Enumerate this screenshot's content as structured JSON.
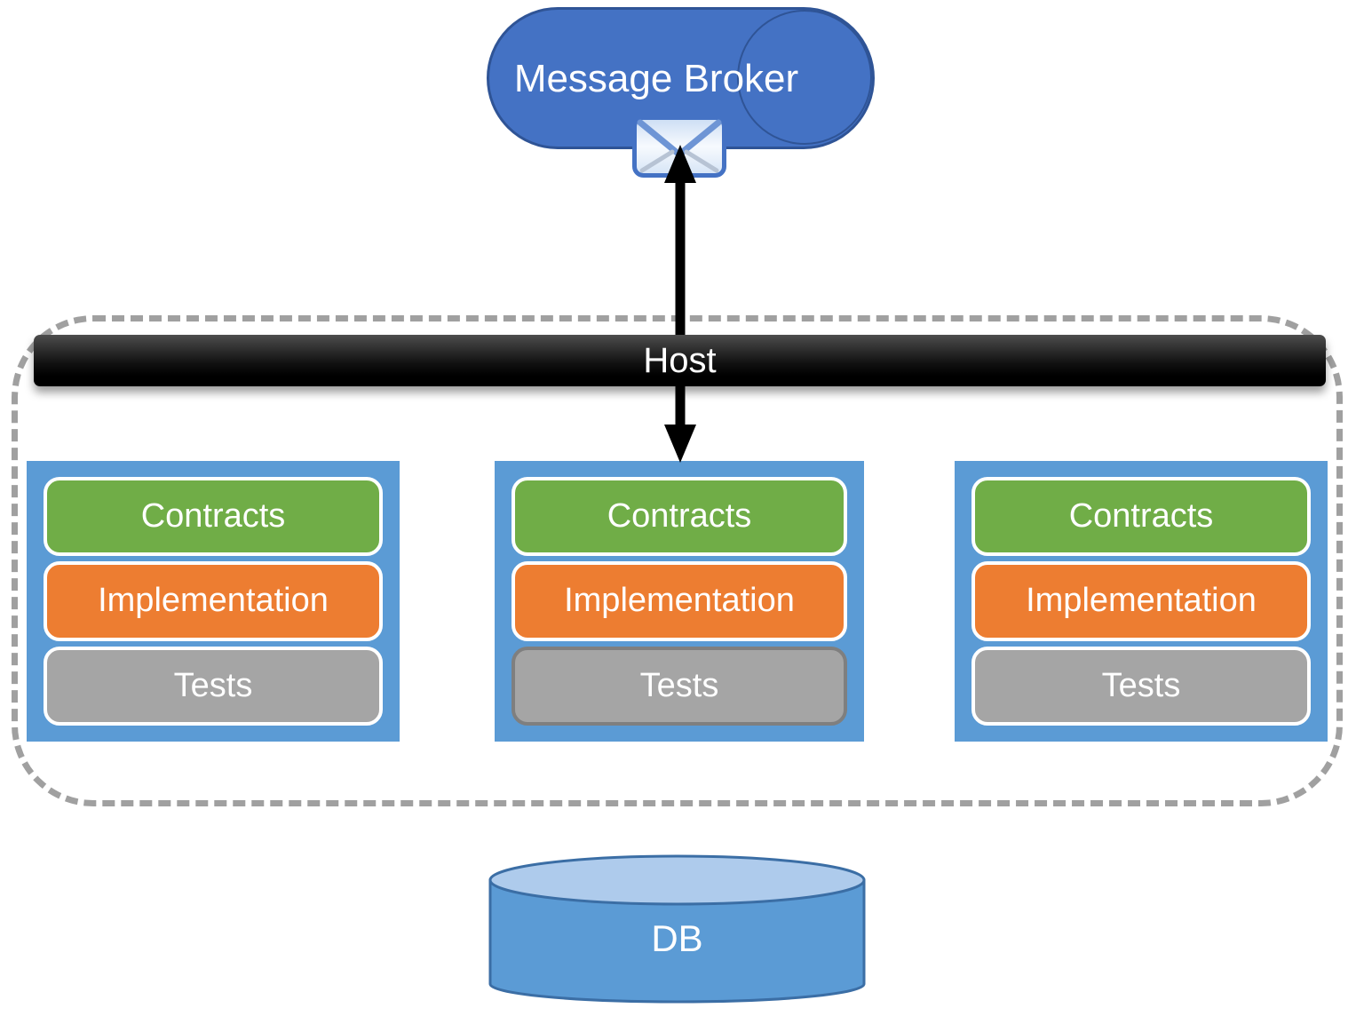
{
  "broker": {
    "label": "Message Broker",
    "icon": "envelope-icon"
  },
  "host": {
    "label": "Host"
  },
  "services": [
    {
      "layers": {
        "contracts": "Contracts",
        "implementation": "Implementation",
        "tests": "Tests"
      }
    },
    {
      "layers": {
        "contracts": "Contracts",
        "implementation": "Implementation",
        "tests": "Tests"
      }
    },
    {
      "layers": {
        "contracts": "Contracts",
        "implementation": "Implementation",
        "tests": "Tests"
      }
    }
  ],
  "db": {
    "label": "DB"
  },
  "colors": {
    "broker_blue": "#4472C4",
    "broker_border": "#2F5496",
    "service_container_blue": "#5B9BD5",
    "contracts_green": "#70AD47",
    "implementation_orange": "#ED7D31",
    "tests_gray": "#A5A5A5",
    "tests_border_gray_middle": "#7F7F7F",
    "host_bar_black": "#000000",
    "boundary_dash_gray": "#A0A0A0",
    "db_body_blue": "#5B9BD5",
    "db_top_blue": "#AECBEC",
    "db_border_blue": "#3B6EA5",
    "arrow_black": "#000000",
    "text_white": "#FFFFFF"
  }
}
